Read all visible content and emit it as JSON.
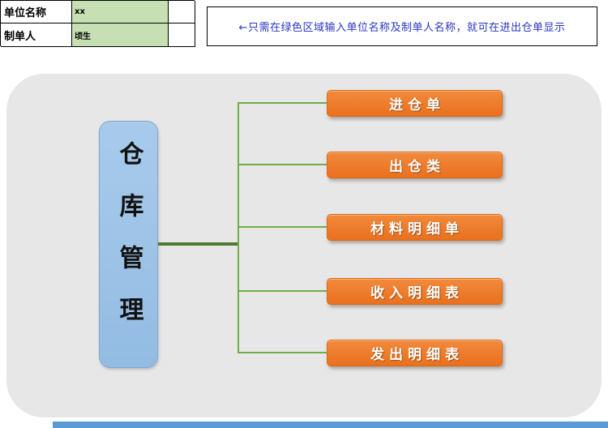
{
  "form": {
    "rows": [
      {
        "label": "单位名称",
        "value": "xx"
      },
      {
        "label": "制单人",
        "value": "顷生"
      }
    ]
  },
  "note": {
    "text": "←只需在绿色区域输入单位名称及制单人名称，就可在进出仓单显示"
  },
  "diagram": {
    "root_label": "仓库管理",
    "buttons": [
      {
        "label": "进仓单"
      },
      {
        "label": "出仓类"
      },
      {
        "label": "材料明细单"
      },
      {
        "label": "收入明细表"
      },
      {
        "label": "发出明细表"
      }
    ]
  },
  "colors": {
    "green_cell": "#C6E0B4",
    "note_text": "#2A35C4",
    "panel_bg": "#E8E7E7",
    "root_fill": "#9DC3E6",
    "button_fill": "#ED7D31",
    "connector": "#70AD47",
    "connector_stem": "#4E7A2E",
    "bottom_bar": "#5B9BD5"
  }
}
